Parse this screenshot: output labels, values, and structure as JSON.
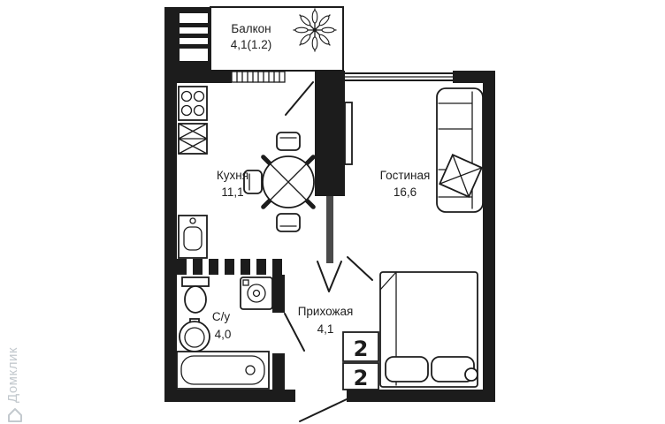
{
  "rooms": {
    "balcony": {
      "name": "Балкон",
      "area": "4,1(1.2)"
    },
    "kitchen": {
      "name": "Кухня",
      "area": "11,1"
    },
    "living": {
      "name": "Гостиная",
      "area": "16,6"
    },
    "bathroom": {
      "name": "С/у",
      "area": "4,0"
    },
    "hallway": {
      "name": "Прихожая",
      "area": "4,1"
    }
  },
  "wardrobe": {
    "marks": [
      "2",
      "2"
    ]
  },
  "watermark": {
    "brand": "Домклик"
  },
  "icons": {
    "plant": "plant-icon",
    "railing": "balcony-railing-icon",
    "stove": "stove-icon",
    "kitchen_sink": "kitchen-sink-icon",
    "dining_table": "dining-table-icon",
    "tv": "tv-icon",
    "sofa": "sofa-icon",
    "side_table": "side-table-icon",
    "bed": "bed-icon",
    "toilet": "toilet-icon",
    "washing_machine": "washing-machine-icon",
    "bath_sink": "bath-sink-icon",
    "bathtub": "bathtub-icon",
    "logo": "house-icon"
  },
  "colors": {
    "wall": "#1c1c1c",
    "furniture_stroke": "#1c1c1c",
    "watermark": "#c3c9ce",
    "background": "#ffffff"
  }
}
